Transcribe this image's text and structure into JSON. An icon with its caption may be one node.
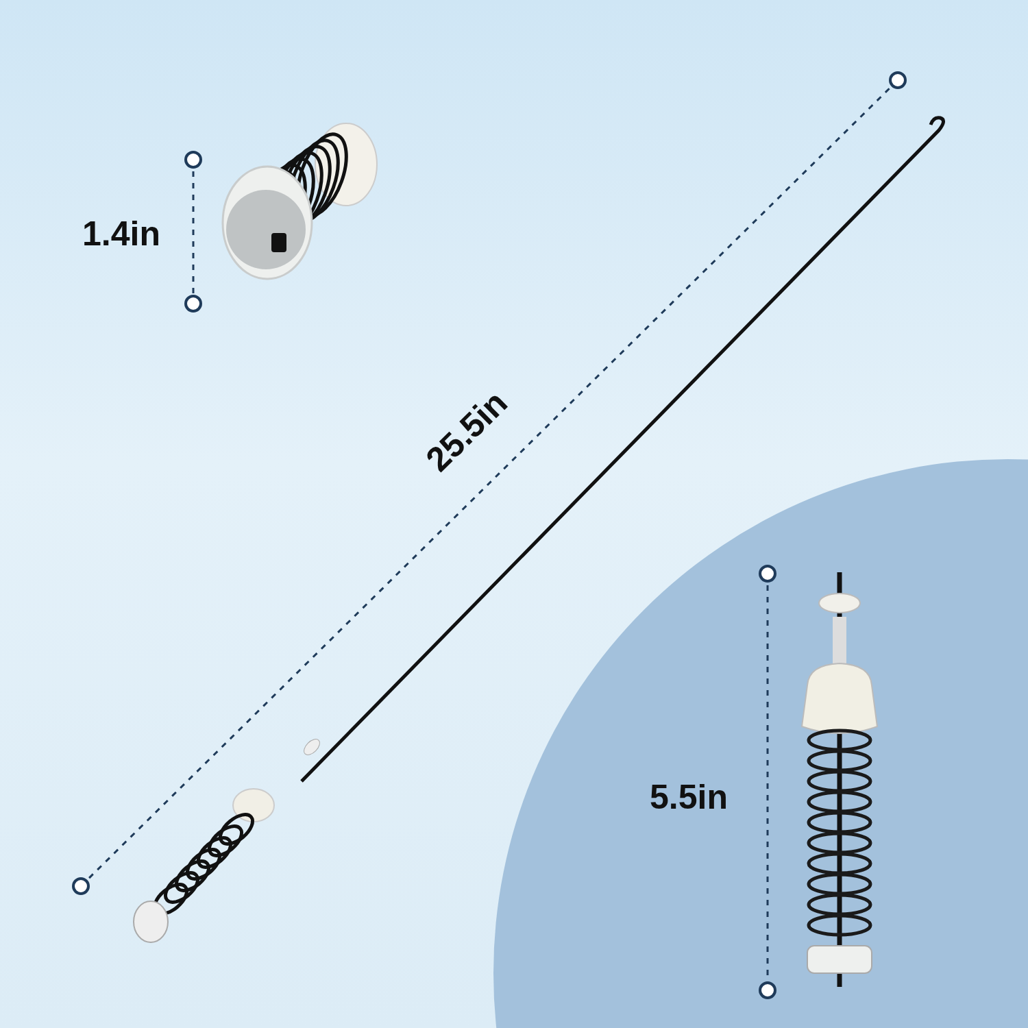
{
  "diagram": {
    "labels": [
      "1.4in",
      "25.5in",
      "5.5in"
    ]
  }
}
